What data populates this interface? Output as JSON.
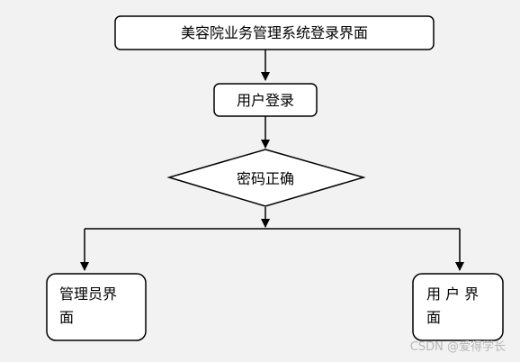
{
  "diagram": {
    "nodes": {
      "system_login_page": "美容院业务管理系统登录界面",
      "user_login": "用户登录",
      "password_correct": "密码正确",
      "admin_page_line1": "管理员界",
      "admin_page_line2": "面",
      "user_page_line1": "用 户 界",
      "user_page_line2": "面"
    },
    "watermark": "CSDN @爱得学长"
  }
}
